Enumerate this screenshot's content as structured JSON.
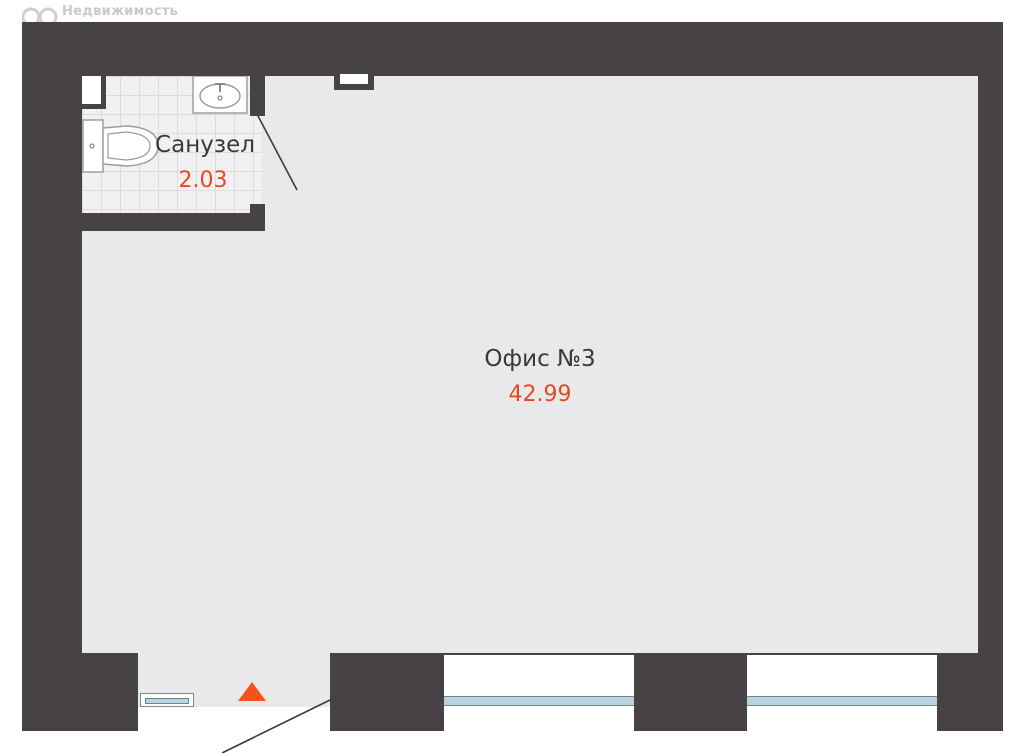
{
  "watermark": {
    "text": "Недвижимость"
  },
  "rooms": {
    "bathroom": {
      "name": "Санузел",
      "area": "2.03"
    },
    "office": {
      "name": "Офис №3",
      "area": "42.99"
    }
  },
  "icons": {
    "toilet": "toilet-icon",
    "sink": "sink-icon",
    "entrance": "entrance-arrow-icon"
  },
  "colors": {
    "wall": "#474245",
    "floor": "#e9e9eb",
    "area_text": "#e8481e",
    "entrance_marker": "#f4511e"
  }
}
